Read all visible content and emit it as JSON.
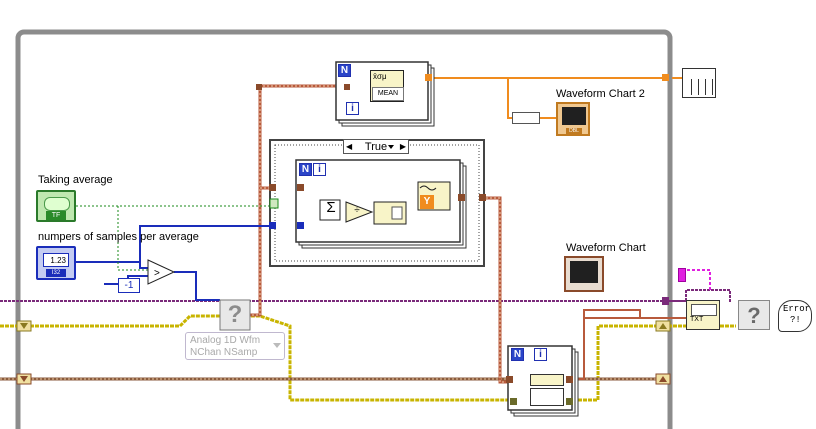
{
  "labels": {
    "taking_average": "Taking average",
    "samples_per_average": "numpers of samples per average",
    "waveform_chart_2": "Waveform Chart 2",
    "waveform_chart": "Waveform Chart",
    "case_selector": "True",
    "mean_vi": "MEAN",
    "bool_terminal": "TF",
    "num_terminal": "1.23",
    "num_repr": "I32",
    "dbl_tag": "DBL",
    "constant_minus_one": "-1",
    "daq_read_line1": "Analog 1D Wfm",
    "daq_read_line2": "NChan NSamp",
    "error_line1": "Error",
    "error_line2": "?!",
    "for_loop_n": "N",
    "for_loop_i": "i",
    "y_terminal": "Y",
    "mean_glyph": "x̄σμ",
    "sum_glyph": "Σ",
    "divide_glyph": "÷",
    "question_glyph": "?",
    "write_txt": "TXT",
    "arrow_left": "◀",
    "arrow_right": "▶"
  },
  "colors": {
    "canvas": "#ffffff",
    "frame_gray": "#8c8c8c",
    "wire_orange": "#f08c1e",
    "wire_blue": "#1a2dba",
    "wire_green_dotted": "#1a8a1a",
    "wire_cluster": "#8a5a3c",
    "wire_purple": "#7a2a7a",
    "wire_magenta": "#e020e0",
    "wire_error_yellow": "#c8b400",
    "loop_blue": "#2030b0"
  },
  "icons": [
    "boolean-control-icon",
    "numeric-control-icon",
    "mean-vi-icon",
    "compare-greater-icon",
    "add-array-elements-icon",
    "divide-icon",
    "build-array-icon",
    "waveform-build-icon",
    "waveform-chart-icon",
    "table-indicator-icon",
    "daq-read-icon",
    "error-handler-icon",
    "write-to-file-icon",
    "get-waveform-components-icon"
  ]
}
